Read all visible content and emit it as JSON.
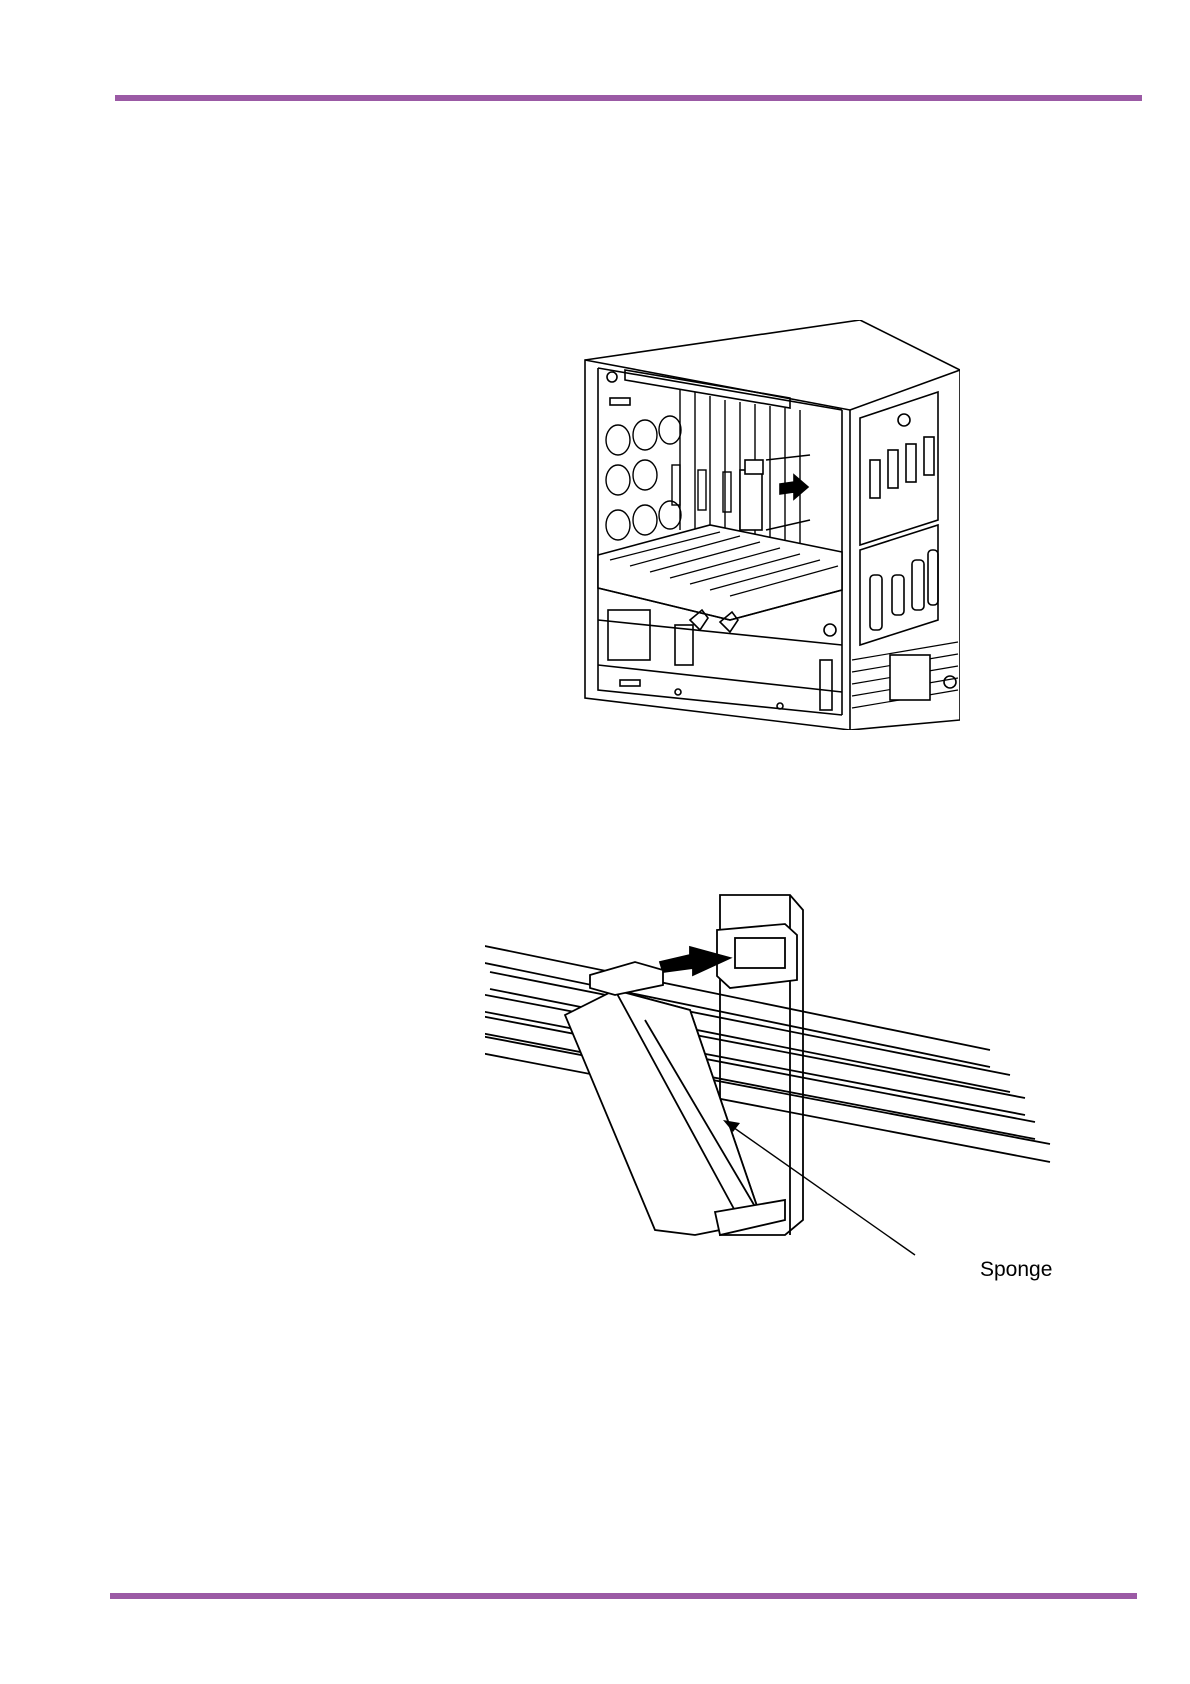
{
  "colors": {
    "rule": "#9b5aa5",
    "ink": "#000000",
    "paper": "#ffffff"
  },
  "figures": {
    "cabinet": {
      "description_icon": "cabinet-installation-illustration"
    },
    "clamp": {
      "callout_label": "Sponge",
      "description_icon": "cable-clamp-illustration"
    }
  }
}
